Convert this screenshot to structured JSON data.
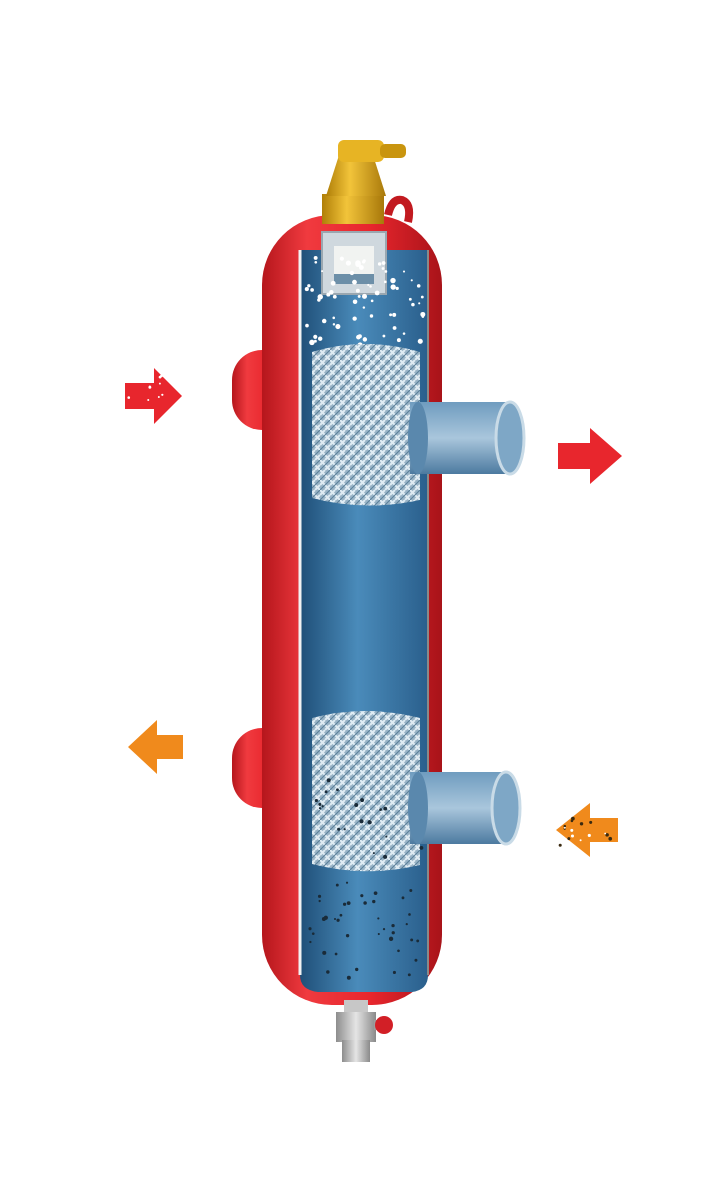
{
  "colors": {
    "background": "#ffffff",
    "vessel_red": "#e8262d",
    "vessel_red_dark": "#b5161c",
    "interior_blue": "#3f7fae",
    "interior_blue_dark": "#1f4f78",
    "brass": "#d9a514",
    "hot_arrow": "#e8262d",
    "cold_arrow": "#f08a1c",
    "steel": "#b9b9b9"
  },
  "flows": [
    {
      "id": "hot-inlet",
      "direction": "in",
      "side": "left",
      "level": "upper"
    },
    {
      "id": "hot-outlet",
      "direction": "out",
      "side": "right",
      "level": "upper"
    },
    {
      "id": "cold-outlet",
      "direction": "out",
      "side": "left",
      "level": "lower"
    },
    {
      "id": "cold-inlet",
      "direction": "in",
      "side": "right",
      "level": "lower"
    }
  ]
}
